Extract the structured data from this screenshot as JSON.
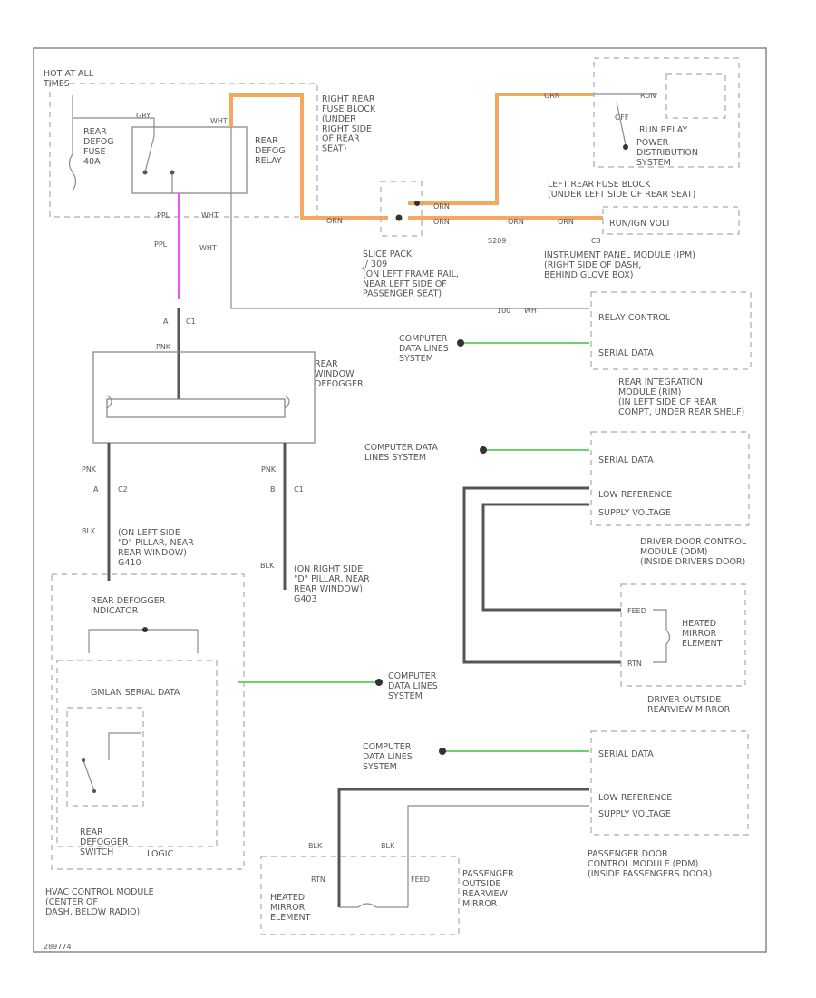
{
  "labels": {
    "hot_at_all_times": "HOT AT ALL\nTIMES",
    "fuse": "REAR\nDEFOG\nFUSE\n40A",
    "relay_coil_top": "GRY",
    "relay_pin": "WHT",
    "rear_defog_relay": "REAR\nDEFOG\nRELAY",
    "right_rear_fuse_block": "RIGHT REAR\nFUSE BLOCK\n(UNDER\nRIGHT SIDE\nOF REAR\nSEAT)",
    "wire_ppl_top": "PPL",
    "wire_wht_top": "WHT",
    "wire_ppl": "PPL",
    "wire_wht": "WHT",
    "conn_a": "A",
    "conn_c1": "C1",
    "rear_window_defogger": "REAR\nWINDOW\nDEFOGGER",
    "wire_pnk": "PNK",
    "wire_pnk2": "PNK",
    "wire_pnk3": "PNK",
    "wire_blk_left": "BLK",
    "wire_blk_right": "BLK",
    "conn_a_c2": "A",
    "conn_c2": "C2",
    "conn_b_c1": "B",
    "conn_c1_right": "C1",
    "ground_left": "(ON LEFT SIDE\n\"D\" PILLAR, NEAR\nREAR WINDOW)\nG410",
    "ground_right": "(ON RIGHT SIDE\n\"D\" PILLAR, NEAR\nREAR WINDOW)\nG403",
    "splice_pack": "SLICE PACK\nJ/ 309\n(ON LEFT FRAME RAIL,\nNEAR LEFT SIDE OF\nPASSENGER SEAT)",
    "splice_s209": "S209",
    "orn_1": "ORN",
    "orn_2": "ORN",
    "orn_3": "ORN",
    "orn_4": "ORN",
    "orn_5": "ORN",
    "orn_6": "ORN",
    "orn_c": "C3",
    "run_relay": "RUN",
    "run_relay_label": "RUN RELAY",
    "off_label": "OFF",
    "power_distribution": "POWER\nDISTRIBUTION\nSYSTEM",
    "left_rear_fuse_block": "LEFT REAR FUSE BLOCK\n(UNDER LEFT SIDE OF REAR SEAT)",
    "run_ign_volt": "RUN/IGN VOLT",
    "instrument_panel_module": "INSTRUMENT PANEL MODULE (IPM)\n(RIGHT SIDE OF DASH,\nBEHIND GLOVE BOX)",
    "relay_control": "RELAY CONTROL",
    "wire_wht_rc": "WHT",
    "wire_num": "100",
    "computer_data_1": "COMPUTER\nDATA LINES\nSYSTEM",
    "serial_data": "SERIAL DATA",
    "rear_integration_module": "REAR INTEGRATION\nMODULE (RIM)\n(IN LEFT SIDE OF REAR\nCOMPT, UNDER REAR SHELF)",
    "computer_data_2": "COMPUTER DATA\nLINES SYSTEM",
    "serial_data_2": "SERIAL DATA",
    "low_reference": "LOW REFERENCE",
    "supply_voltage": "SUPPLY VOLTAGE",
    "driver_door_module": "DRIVER DOOR CONTROL\nMODULE (DDM)\n(INSIDE DRIVERS DOOR)",
    "feed_1": "FEED",
    "rtn_1": "RTN",
    "heated_mirror_1": "HEATED\nMIRROR\nELEMENT",
    "driver_outside_mirror": "DRIVER OUTSIDE\nREARVIEW MIRROR",
    "rear_defogger_indicator": "REAR DEFOGGER\nINDICATOR",
    "gmlan_serial_data": "GMLAN SERIAL DATA",
    "rear_defogger_switch": "REAR\nDEFOGGER\nSWITCH",
    "logic": "LOGIC",
    "hvac_module": "HVAC CONTROL MODULE\n(CENTER OF\nDASH, BELOW RADIO)",
    "computer_data_3": "COMPUTER\nDATA LINES\nSYSTEM",
    "computer_data_4": "COMPUTER\nDATA LINES\nSYSTEM",
    "serial_data_3": "SERIAL DATA",
    "low_reference_2": "LOW REFERENCE",
    "supply_voltage_2": "SUPPLY VOLTAGE",
    "passenger_door_module": "PASSENGER DOOR\nCONTROL MODULE (PDM)\n(INSIDE PASSENGERS DOOR)",
    "heated_mirror_2": "HEATED\nMIRROR\nELEMENT",
    "rtn_2": "RTN",
    "feed_2": "FEED",
    "passenger_outside_mirror": "PASSENGER\nOUTSIDE\nREARVIEW\nMIRROR",
    "wire_blk_p1": "BLK",
    "wire_blk_p2": "BLK",
    "footer_code": "289774"
  },
  "wire_colors": {
    "orange": "#f4a860",
    "pink": "#ee55ee",
    "green": "#6ad36a",
    "dark": "#555555",
    "gray": "#8c8c8c"
  }
}
